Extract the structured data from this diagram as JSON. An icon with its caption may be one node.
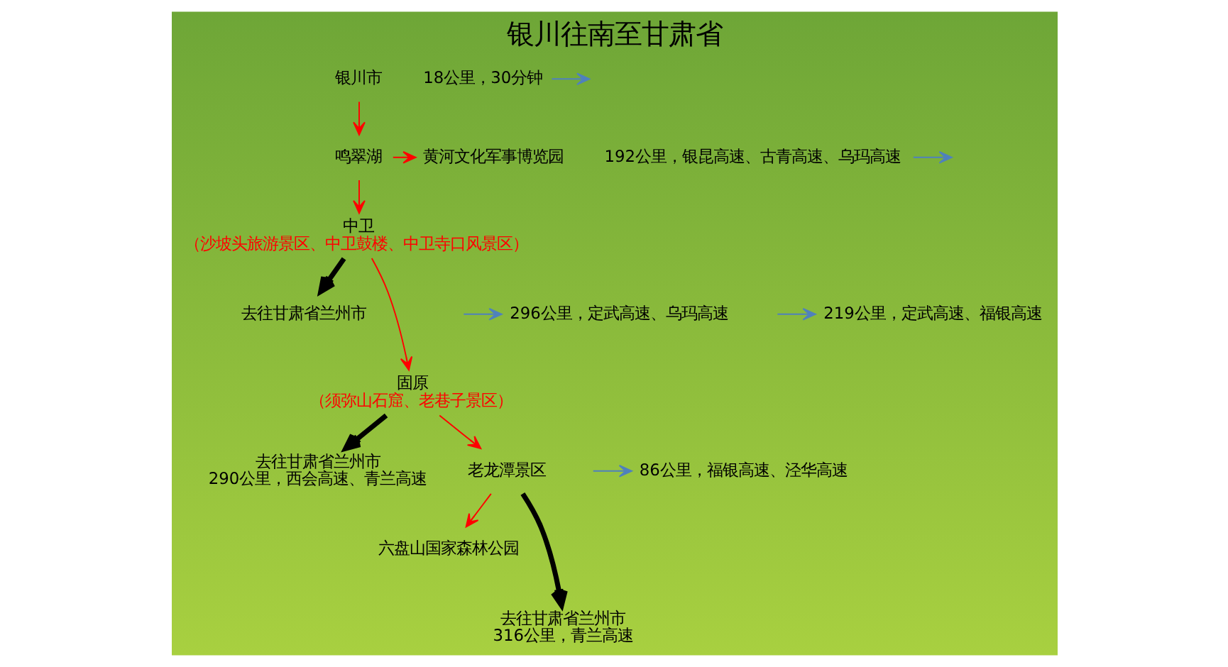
{
  "diagram": {
    "title": "银川往南至甘肃省",
    "nodes": [
      {
        "text": [
          "银川市"
        ]
      },
      {
        "text": [
          "18公里，30分钟"
        ]
      },
      {
        "text": [
          "鸣翠湖"
        ]
      },
      {
        "text": [
          "黄河文化军事博览园"
        ]
      },
      {
        "text": [
          "192公里，银昆高速、古青高速、乌玛高速"
        ]
      },
      {
        "text": [
          "去往甘肃省兰州市"
        ]
      },
      {
        "text": [
          "中卫",
          "（沙坡头旅游景区、中卫鼓楼、中卫寺口风景区）"
        ]
      },
      {
        "text": [
          "296公里，定武高速、乌玛高速"
        ]
      },
      {
        "text": [
          "219公里，定武高速、福银高速"
        ]
      },
      {
        "text": [
          "固原",
          "（须弥山石窟、老巷子景区）"
        ]
      },
      {
        "text": [
          "去往甘肃省兰州市",
          "290公里，西会高速、青兰高速"
        ]
      },
      {
        "text": [
          "86公里，福银高速、泾华高速"
        ]
      },
      {
        "text": [
          "老龙潭景区"
        ]
      },
      {
        "text": [
          "六盘山国家森林公园"
        ]
      },
      {
        "text": [
          "去往甘肃省兰州市",
          "316公里，青兰高速"
        ]
      }
    ],
    "edges": [
      {
        "from": 0,
        "to": 2,
        "arrow": "to"
      },
      {
        "from": 1,
        "to": null,
        "arrow": "to",
        "color": "#4f81bd"
      },
      {
        "from": 2,
        "to": 3,
        "arrow": "to"
      },
      {
        "from": 2,
        "to": 6,
        "arrow": "to"
      },
      {
        "from": 4,
        "to": null,
        "arrow": "to",
        "color": "#4f81bd"
      },
      {
        "from": 6,
        "to": 5,
        "arrow": "to",
        "style": "thick",
        "color": "#000000"
      },
      {
        "from": null,
        "to": 7,
        "arrow": "to",
        "color": "#4f81bd"
      },
      {
        "from": 6,
        "to": 9,
        "arrow": "to"
      },
      {
        "from": null,
        "to": 8,
        "arrow": "to",
        "color": "#4f81bd"
      },
      {
        "from": 9,
        "to": 10,
        "arrow": "to",
        "style": "thick",
        "color": "#000000"
      },
      {
        "from": 9,
        "to": 12,
        "arrow": "to"
      },
      {
        "from": null,
        "to": 11,
        "arrow": "to",
        "color": "#4f81bd"
      },
      {
        "from": 12,
        "to": 13,
        "arrow": "to"
      },
      {
        "from": 12,
        "to": 14,
        "arrow": "to",
        "style": "thick",
        "color": "#000000"
      }
    ]
  }
}
